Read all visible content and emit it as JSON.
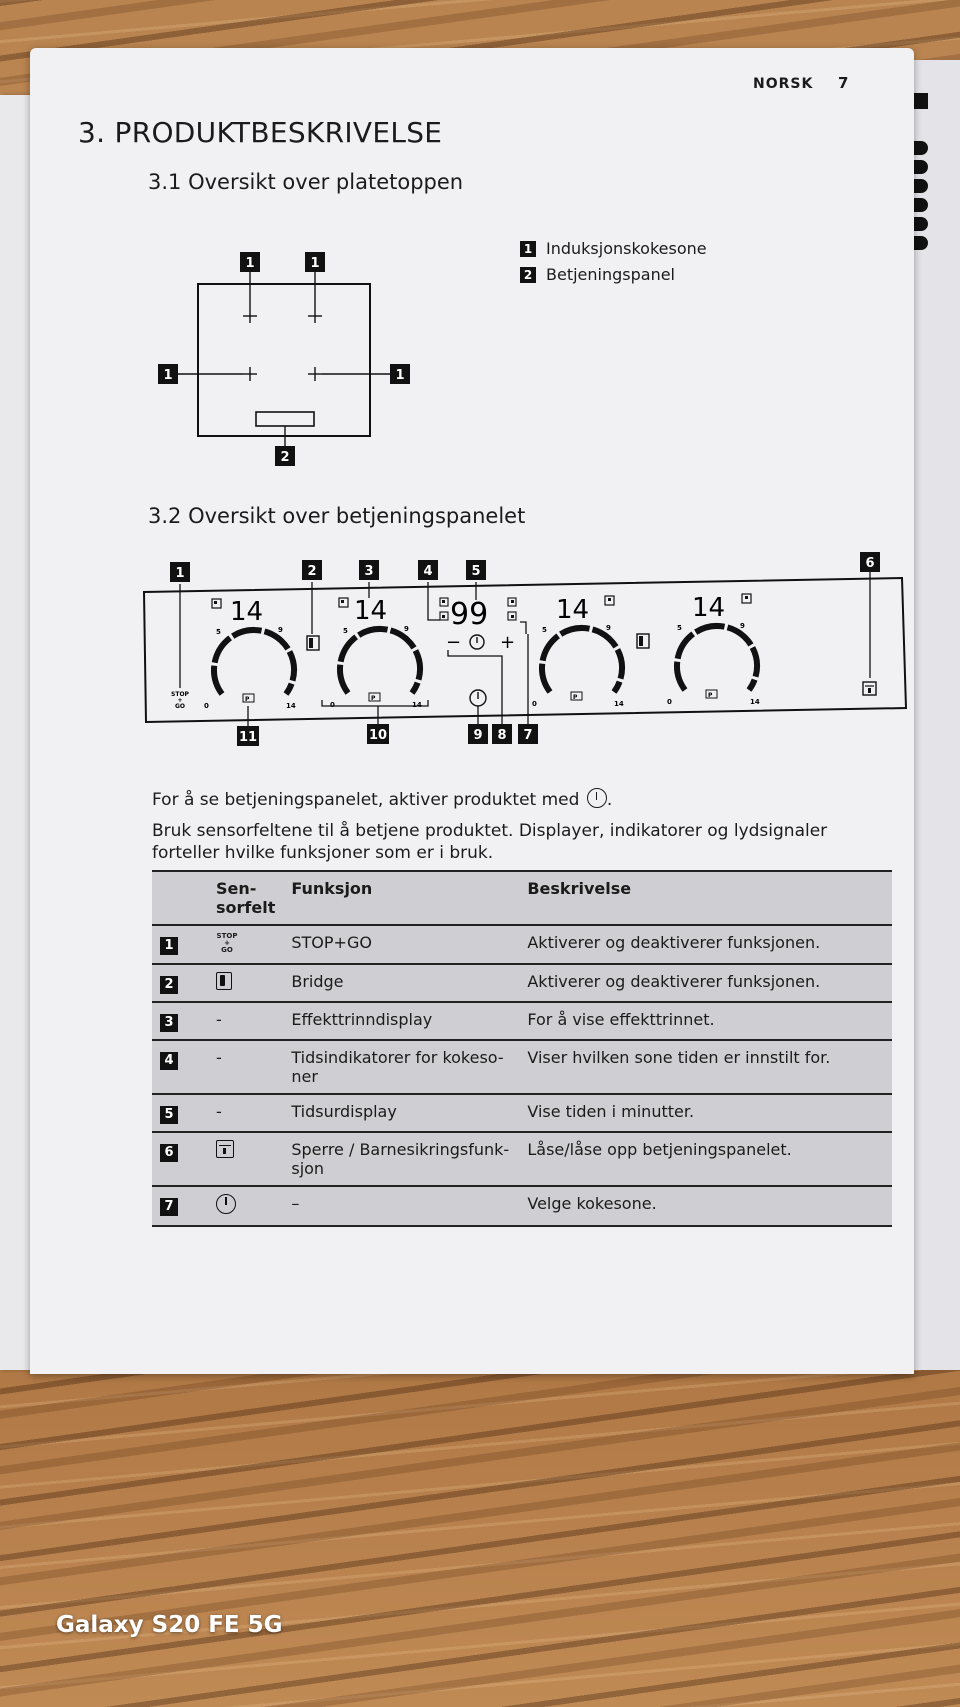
{
  "header": {
    "language": "NORSK",
    "page_number": "7"
  },
  "section_title": "3. PRODUKTBESKRIVELSE",
  "sub1": {
    "title": "3.1 Oversikt over platetoppen"
  },
  "hob_diagram": {
    "labels": [
      "1",
      "1",
      "1",
      "1",
      "2"
    ],
    "legend": [
      {
        "num": "1",
        "label": "Induksjonskokesone"
      },
      {
        "num": "2",
        "label": "Betjeningspanel"
      }
    ]
  },
  "sub2": {
    "title": "3.2 Oversikt over betjeningspanelet"
  },
  "panel": {
    "callouts_top": [
      "1",
      "2",
      "3",
      "4",
      "5",
      "6"
    ],
    "callouts_bottom": [
      "11",
      "10",
      "9",
      "8",
      "7"
    ],
    "zone_display": "14",
    "timer_display": "99",
    "stop_text": "STOP",
    "plus_text": "+",
    "go_text": "GO",
    "dial_min": "0",
    "dial_mid": "5",
    "dial_high": "9",
    "dial_max": "14",
    "p_icon": "P",
    "minus": "−",
    "plus": "+"
  },
  "intro": {
    "p1": "For å se betjeningspanelet, aktiver produktet med",
    "p1_end": ".",
    "p2": "Bruk sensorfeltene til å betjene produktet. Displayer, indikatorer og lydsignaler forteller hvilke funksjoner som er i bruk."
  },
  "table": {
    "headers": {
      "sensor_line1": "Sen-",
      "sensor_line2": "sorfelt",
      "function": "Funksjon",
      "description": "Beskrivelse"
    },
    "rows": [
      {
        "num": "1",
        "sensor_icon": "stop-go-icon",
        "sensor_text": "",
        "function": "STOP+GO",
        "description": "Aktiverer og deaktiverer funksjonen."
      },
      {
        "num": "2",
        "sensor_icon": "bridge-icon",
        "sensor_text": "",
        "function": "Bridge",
        "description": "Aktiverer og deaktiverer funksjonen."
      },
      {
        "num": "3",
        "sensor_icon": "",
        "sensor_text": "-",
        "function": "Effekttrinndisplay",
        "description": "For å vise effekttrinnet."
      },
      {
        "num": "4",
        "sensor_icon": "",
        "sensor_text": "-",
        "function": "Tidsindikatorer for kokeso-ner",
        "description": "Viser hvilken sone tiden er innstilt for."
      },
      {
        "num": "5",
        "sensor_icon": "",
        "sensor_text": "-",
        "function": "Tidsurdisplay",
        "description": "Vise tiden i minutter."
      },
      {
        "num": "6",
        "sensor_icon": "lock-icon",
        "sensor_text": "",
        "function": "Sperre / Barnesikringsfunk-sjon",
        "description": "Låse/låse opp betjeningspanelet."
      },
      {
        "num": "7",
        "sensor_icon": "timer-icon",
        "sensor_text": "",
        "function": "–",
        "description": "Velge kokesone."
      }
    ]
  },
  "watermark": "Galaxy S20 FE 5G"
}
